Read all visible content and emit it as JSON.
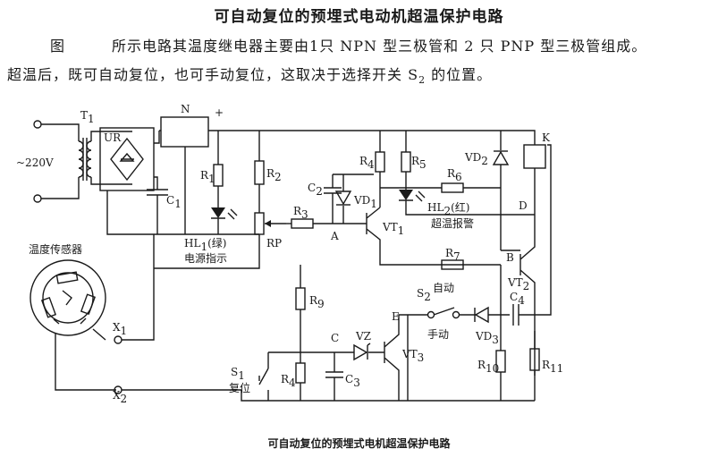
{
  "title": "可自动复位的预埋式电动机超温保护电路",
  "paragraph": {
    "line1_prefix": "图",
    "line1_body": "所示电路其温度继电器主要由1只 NPN 型三极管和 2 只 PNP 型三极管组成。",
    "line2": "超温后，既可自动复位，也可手动复位，这取决于选择开关 S",
    "line2_subscript": "2",
    "line2_suffix": " 的位置。"
  },
  "caption": "可自动复位的预埋式电机超温保护电路",
  "labels": {
    "supply": "~220V",
    "transformer": "T",
    "transformer_sub": "1",
    "rectifier": "UR",
    "regulator": "N",
    "plus": "+",
    "c1": "C",
    "c1_sub": "1",
    "r1": "R",
    "r1_sub": "1",
    "r2": "R",
    "r2_sub": "2",
    "rp": "RP",
    "hl1": "HL",
    "hl1_sub": "1",
    "hl1_note": "(绿)",
    "power_indicator": "电源指示",
    "temp_sensor": "温度传感器",
    "x1": "X",
    "x1_sub": "1",
    "x2": "X",
    "x2_sub": "2",
    "c2": "C",
    "c2_sub": "2",
    "vd1": "VD",
    "vd1_sub": "1",
    "r3": "R",
    "r3_sub": "3",
    "node_a": "A",
    "r4": "R",
    "r4_sub": "4",
    "r5": "R",
    "r5_sub": "5",
    "r6": "R",
    "r6_sub": "6",
    "hl2": "HL",
    "hl2_sub": "2",
    "hl2_note": "(红)",
    "overtemp_alarm": "超温报警",
    "vt1": "VT",
    "vt1_sub": "1",
    "vd2": "VD",
    "vd2_sub": "2",
    "relay_k": "K",
    "node_d": "D",
    "r7": "R",
    "r7_sub": "7",
    "node_b": "B",
    "vt2": "VT",
    "vt2_sub": "2",
    "r9": "R",
    "r9_sub": "9",
    "s2": "S",
    "s2_sub": "2",
    "auto": "自动",
    "manual": "手动",
    "node_e": "E",
    "vd3": "VD",
    "vd3_sub": "3",
    "c4": "C",
    "c4_sub": "4",
    "node_c": "C",
    "vz": "VZ",
    "vt3": "VT",
    "vt3_sub": "3",
    "s1": "S",
    "s1_sub": "1",
    "reset": "复位",
    "r8": "R",
    "r8_sub": "4",
    "c3": "C",
    "c3_sub": "3",
    "r10": "R",
    "r10_sub": "10",
    "r11": "R",
    "r11_sub": "11"
  }
}
